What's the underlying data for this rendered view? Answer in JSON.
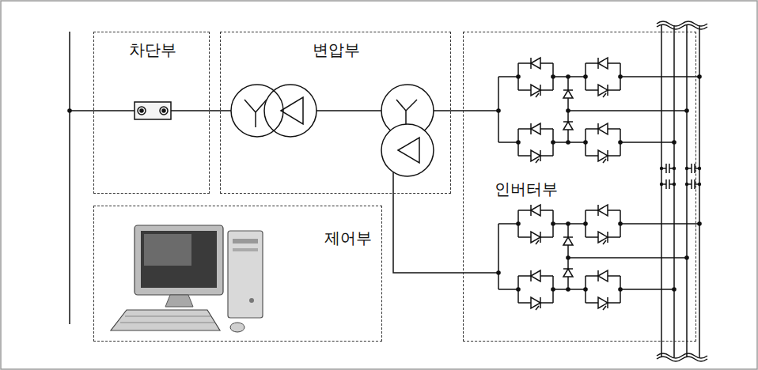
{
  "diagram": {
    "nodes": [
      {
        "text": [
          "차단부"
        ]
      },
      {
        "text": [
          "변압부"
        ]
      },
      {
        "text": [
          "제어부"
        ]
      },
      {
        "text": [
          "인버터부"
        ]
      }
    ],
    "edges": [
      {
        "from": 0,
        "to": 1,
        "arrow": "none"
      },
      {
        "from": 1,
        "to": 3,
        "arrow": "none"
      },
      {
        "from": 1,
        "to": 3,
        "arrow": "none"
      }
    ]
  }
}
